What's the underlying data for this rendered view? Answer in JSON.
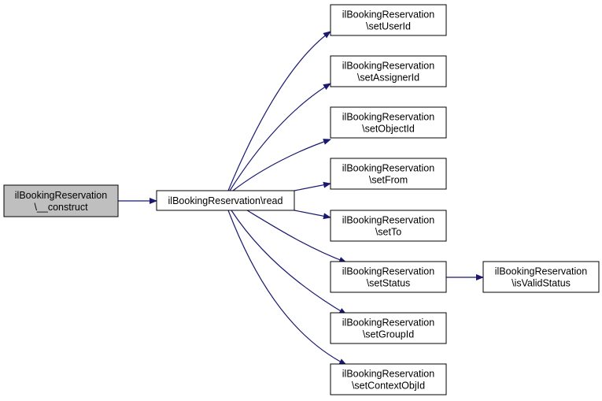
{
  "colors": {
    "edge": "#191970",
    "node_fill": "#ffffff",
    "root_fill": "#bfbfbf",
    "border": "#000000"
  },
  "nodes": {
    "construct": {
      "lines": [
        "ilBookingReservation",
        "\\__construct"
      ],
      "highlighted": true
    },
    "read": {
      "lines": [
        "ilBookingReservation\\read"
      ],
      "highlighted": false
    },
    "setUserId": {
      "lines": [
        "ilBookingReservation",
        "\\setUserId"
      ],
      "highlighted": false
    },
    "setAssignerId": {
      "lines": [
        "ilBookingReservation",
        "\\setAssignerId"
      ],
      "highlighted": false
    },
    "setObjectId": {
      "lines": [
        "ilBookingReservation",
        "\\setObjectId"
      ],
      "highlighted": false
    },
    "setFrom": {
      "lines": [
        "ilBookingReservation",
        "\\setFrom"
      ],
      "highlighted": false
    },
    "setTo": {
      "lines": [
        "ilBookingReservation",
        "\\setTo"
      ],
      "highlighted": false
    },
    "setStatus": {
      "lines": [
        "ilBookingReservation",
        "\\setStatus"
      ],
      "highlighted": false
    },
    "isValidStatus": {
      "lines": [
        "ilBookingReservation",
        "\\isValidStatus"
      ],
      "highlighted": false
    },
    "setGroupId": {
      "lines": [
        "ilBookingReservation",
        "\\setGroupId"
      ],
      "highlighted": false
    },
    "setContextObjId": {
      "lines": [
        "ilBookingReservation",
        "\\setContextObjId"
      ],
      "highlighted": false
    }
  },
  "edges": [
    {
      "from": "construct",
      "to": "read"
    },
    {
      "from": "read",
      "to": "setUserId"
    },
    {
      "from": "read",
      "to": "setAssignerId"
    },
    {
      "from": "read",
      "to": "setObjectId"
    },
    {
      "from": "read",
      "to": "setFrom"
    },
    {
      "from": "read",
      "to": "setTo"
    },
    {
      "from": "read",
      "to": "setStatus"
    },
    {
      "from": "read",
      "to": "setGroupId"
    },
    {
      "from": "read",
      "to": "setContextObjId"
    },
    {
      "from": "setStatus",
      "to": "isValidStatus"
    }
  ]
}
